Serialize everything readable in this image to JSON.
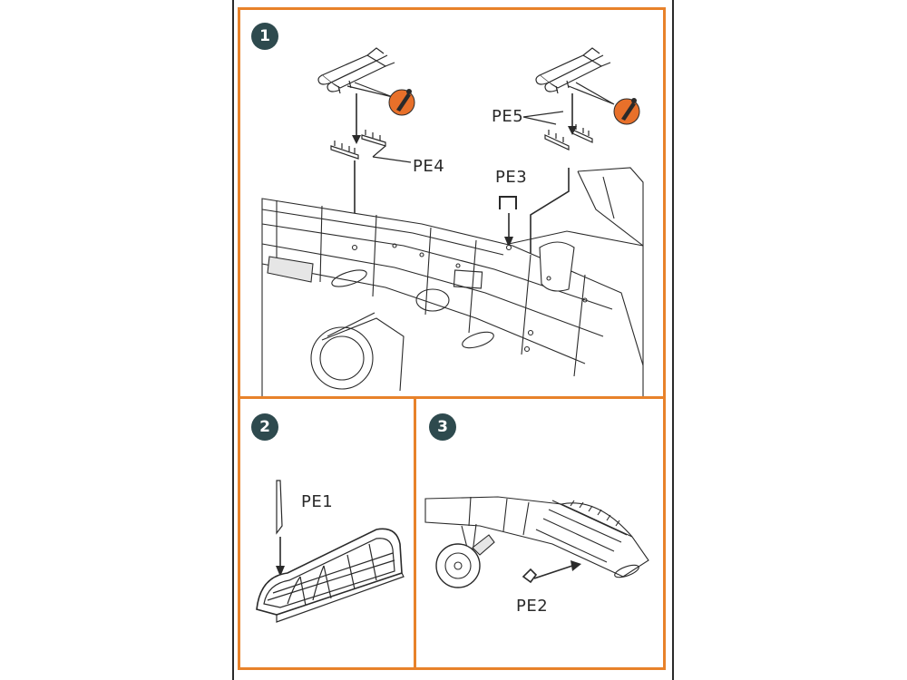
{
  "steps": [
    {
      "number": "1",
      "labels": {
        "pe5": "PE5",
        "pe4": "PE4",
        "pe3": "PE3"
      },
      "icons": [
        "cement-icon",
        "cement-icon"
      ]
    },
    {
      "number": "2",
      "labels": {
        "pe1": "PE1"
      }
    },
    {
      "number": "3",
      "labels": {
        "pe2": "PE2"
      }
    }
  ],
  "colors": {
    "frame": "#e8822a",
    "badge": "#2e4a4e",
    "glue_icon": "#e8702a",
    "ink": "#2a2a2a"
  }
}
